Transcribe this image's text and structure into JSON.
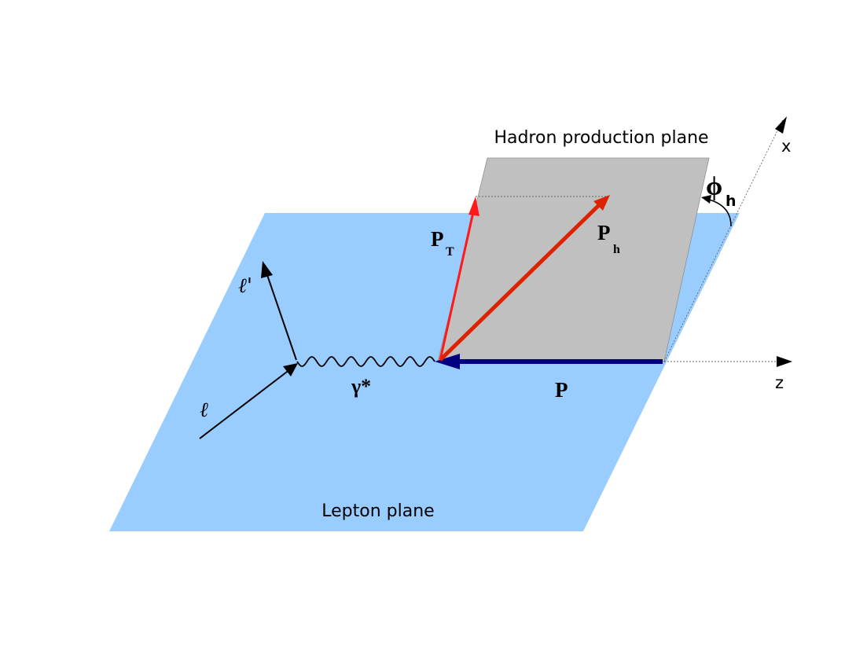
{
  "labels": {
    "hadron_plane": "Hadron production plane",
    "lepton_plane": "Lepton plane",
    "axis_x": "x",
    "axis_z": "z",
    "phi_symbol": "ϕ",
    "phi_sub": "h",
    "pt_main": "P",
    "pt_sub": "T",
    "ph_main": "P",
    "ph_sub": "h",
    "p_label": "P",
    "gamma_label": "γ*",
    "lepton_in": "ℓ",
    "lepton_out": "ℓ'"
  },
  "colors": {
    "lepton_plane_fill": "#99ccff",
    "hadron_plane_fill": "#c0c0c0",
    "pt_vector": "#ff1a1a",
    "ph_vector": "#dd2200",
    "p_vector": "#000080",
    "lines": "#000000",
    "guide_lines": "#666666"
  }
}
